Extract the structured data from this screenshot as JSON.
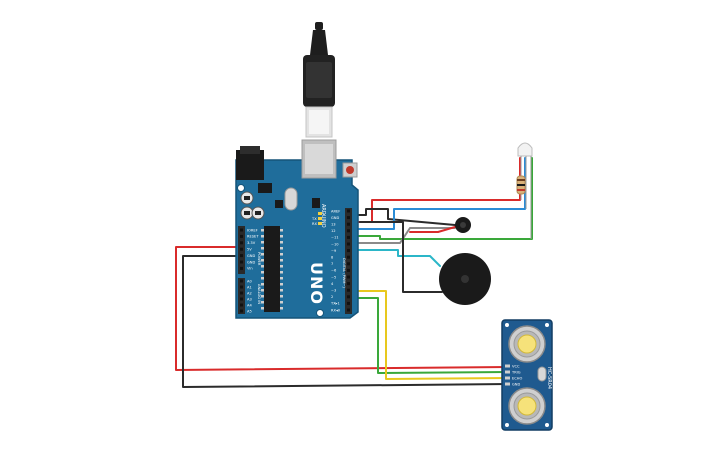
{
  "arduino": {
    "brand_label": "ARDUINO",
    "model_label": "UNO",
    "digital_header_label": "DIGITAL (PWM~)",
    "power_header_label": "POWER",
    "analog_header_label": "ANALOG IN",
    "digital_pins": [
      "AREF",
      "GND",
      "13",
      "12",
      "~11",
      "~10",
      "~9",
      "8",
      "7",
      "~6",
      "~5",
      "4",
      "~3",
      "2",
      "TX▸1",
      "RX◂0"
    ],
    "power_pins": [
      "IOREF",
      "RESET",
      "3.3V",
      "5V",
      "GND",
      "GND",
      "Vin"
    ],
    "analog_pins": [
      "A0",
      "A1",
      "A2",
      "A3",
      "A4",
      "A5"
    ],
    "on_label": "ON",
    "tx_label": "TX",
    "rx_label": "RX",
    "l_label": "L"
  },
  "sensor": {
    "model_label": "HC-SR04",
    "pins": [
      "VCC",
      "TRIG",
      "ECHO",
      "GND"
    ]
  },
  "wire_colors": {
    "red": "#d92b2b",
    "black": "#2b2b2b",
    "blue": "#2a8cd6",
    "green": "#3aa83a",
    "yellow": "#e8c81e",
    "gray": "#8a8a8a",
    "cyan": "#2bb6c8"
  },
  "components": {
    "usb_cable": "usb-cable",
    "led": "led",
    "resistor": "resistor",
    "vibration_motor": "vibration-motor",
    "piezo_buzzer": "piezo-buzzer"
  }
}
